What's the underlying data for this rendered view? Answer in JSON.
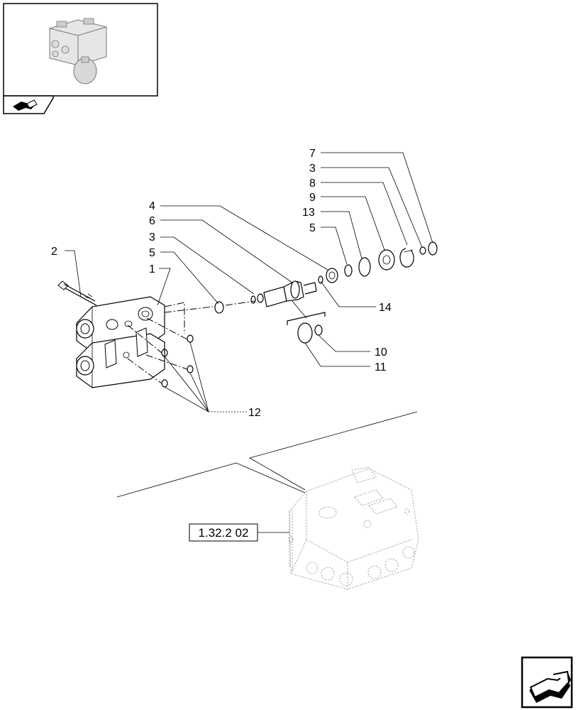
{
  "labels": {
    "p1": "1",
    "p2": "2",
    "p3a": "3",
    "p3b": "3",
    "p4": "4",
    "p5a": "5",
    "p5b": "5",
    "p6": "6",
    "p7": "7",
    "p8": "8",
    "p9": "9",
    "p10": "10",
    "p11": "11",
    "p12": "12",
    "p13": "13",
    "p14": "14"
  },
  "reference": {
    "code": "1.32.2 02"
  },
  "icons": {
    "thumbnail": "assembly-thumbnail",
    "nav_small": "nav-arrow-icon",
    "nav_large": "next-page-arrow-icon"
  }
}
